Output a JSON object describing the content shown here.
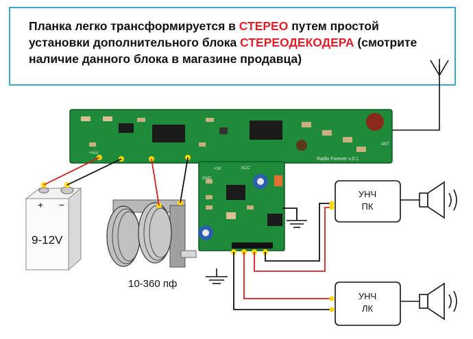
{
  "caption": {
    "part1": "Планка легко трансформируется в ",
    "highlight1": "СТЕРЕО",
    "part2": " путем простой установки дополнительного блока ",
    "highlight2": "СТЕРЕОДЕКОДЕРА",
    "part3": "  (смотрите наличие данного блока в магазине продавца)"
  },
  "battery": {
    "label": "9-12V",
    "plus": "+",
    "minus": "−"
  },
  "capacitor": {
    "label": "10-360 пф"
  },
  "amp_pc": {
    "line1": "УНЧ",
    "line2": "ПК"
  },
  "amp_lc": {
    "line1": "УНЧ",
    "line2": "ЛК"
  },
  "board": {
    "brand": "Radio Forever v.0.1",
    "ant": "ANT",
    "kcc": "KCC",
    "gnd": "GND",
    "v3": "+3V",
    "vcc": "+Vcc"
  },
  "colors": {
    "caption_border": "#38a8c8",
    "highlight": "#e0202a",
    "pcb": "#1f8a3a",
    "wire_red": "#d02020",
    "wire_black": "#111111"
  }
}
